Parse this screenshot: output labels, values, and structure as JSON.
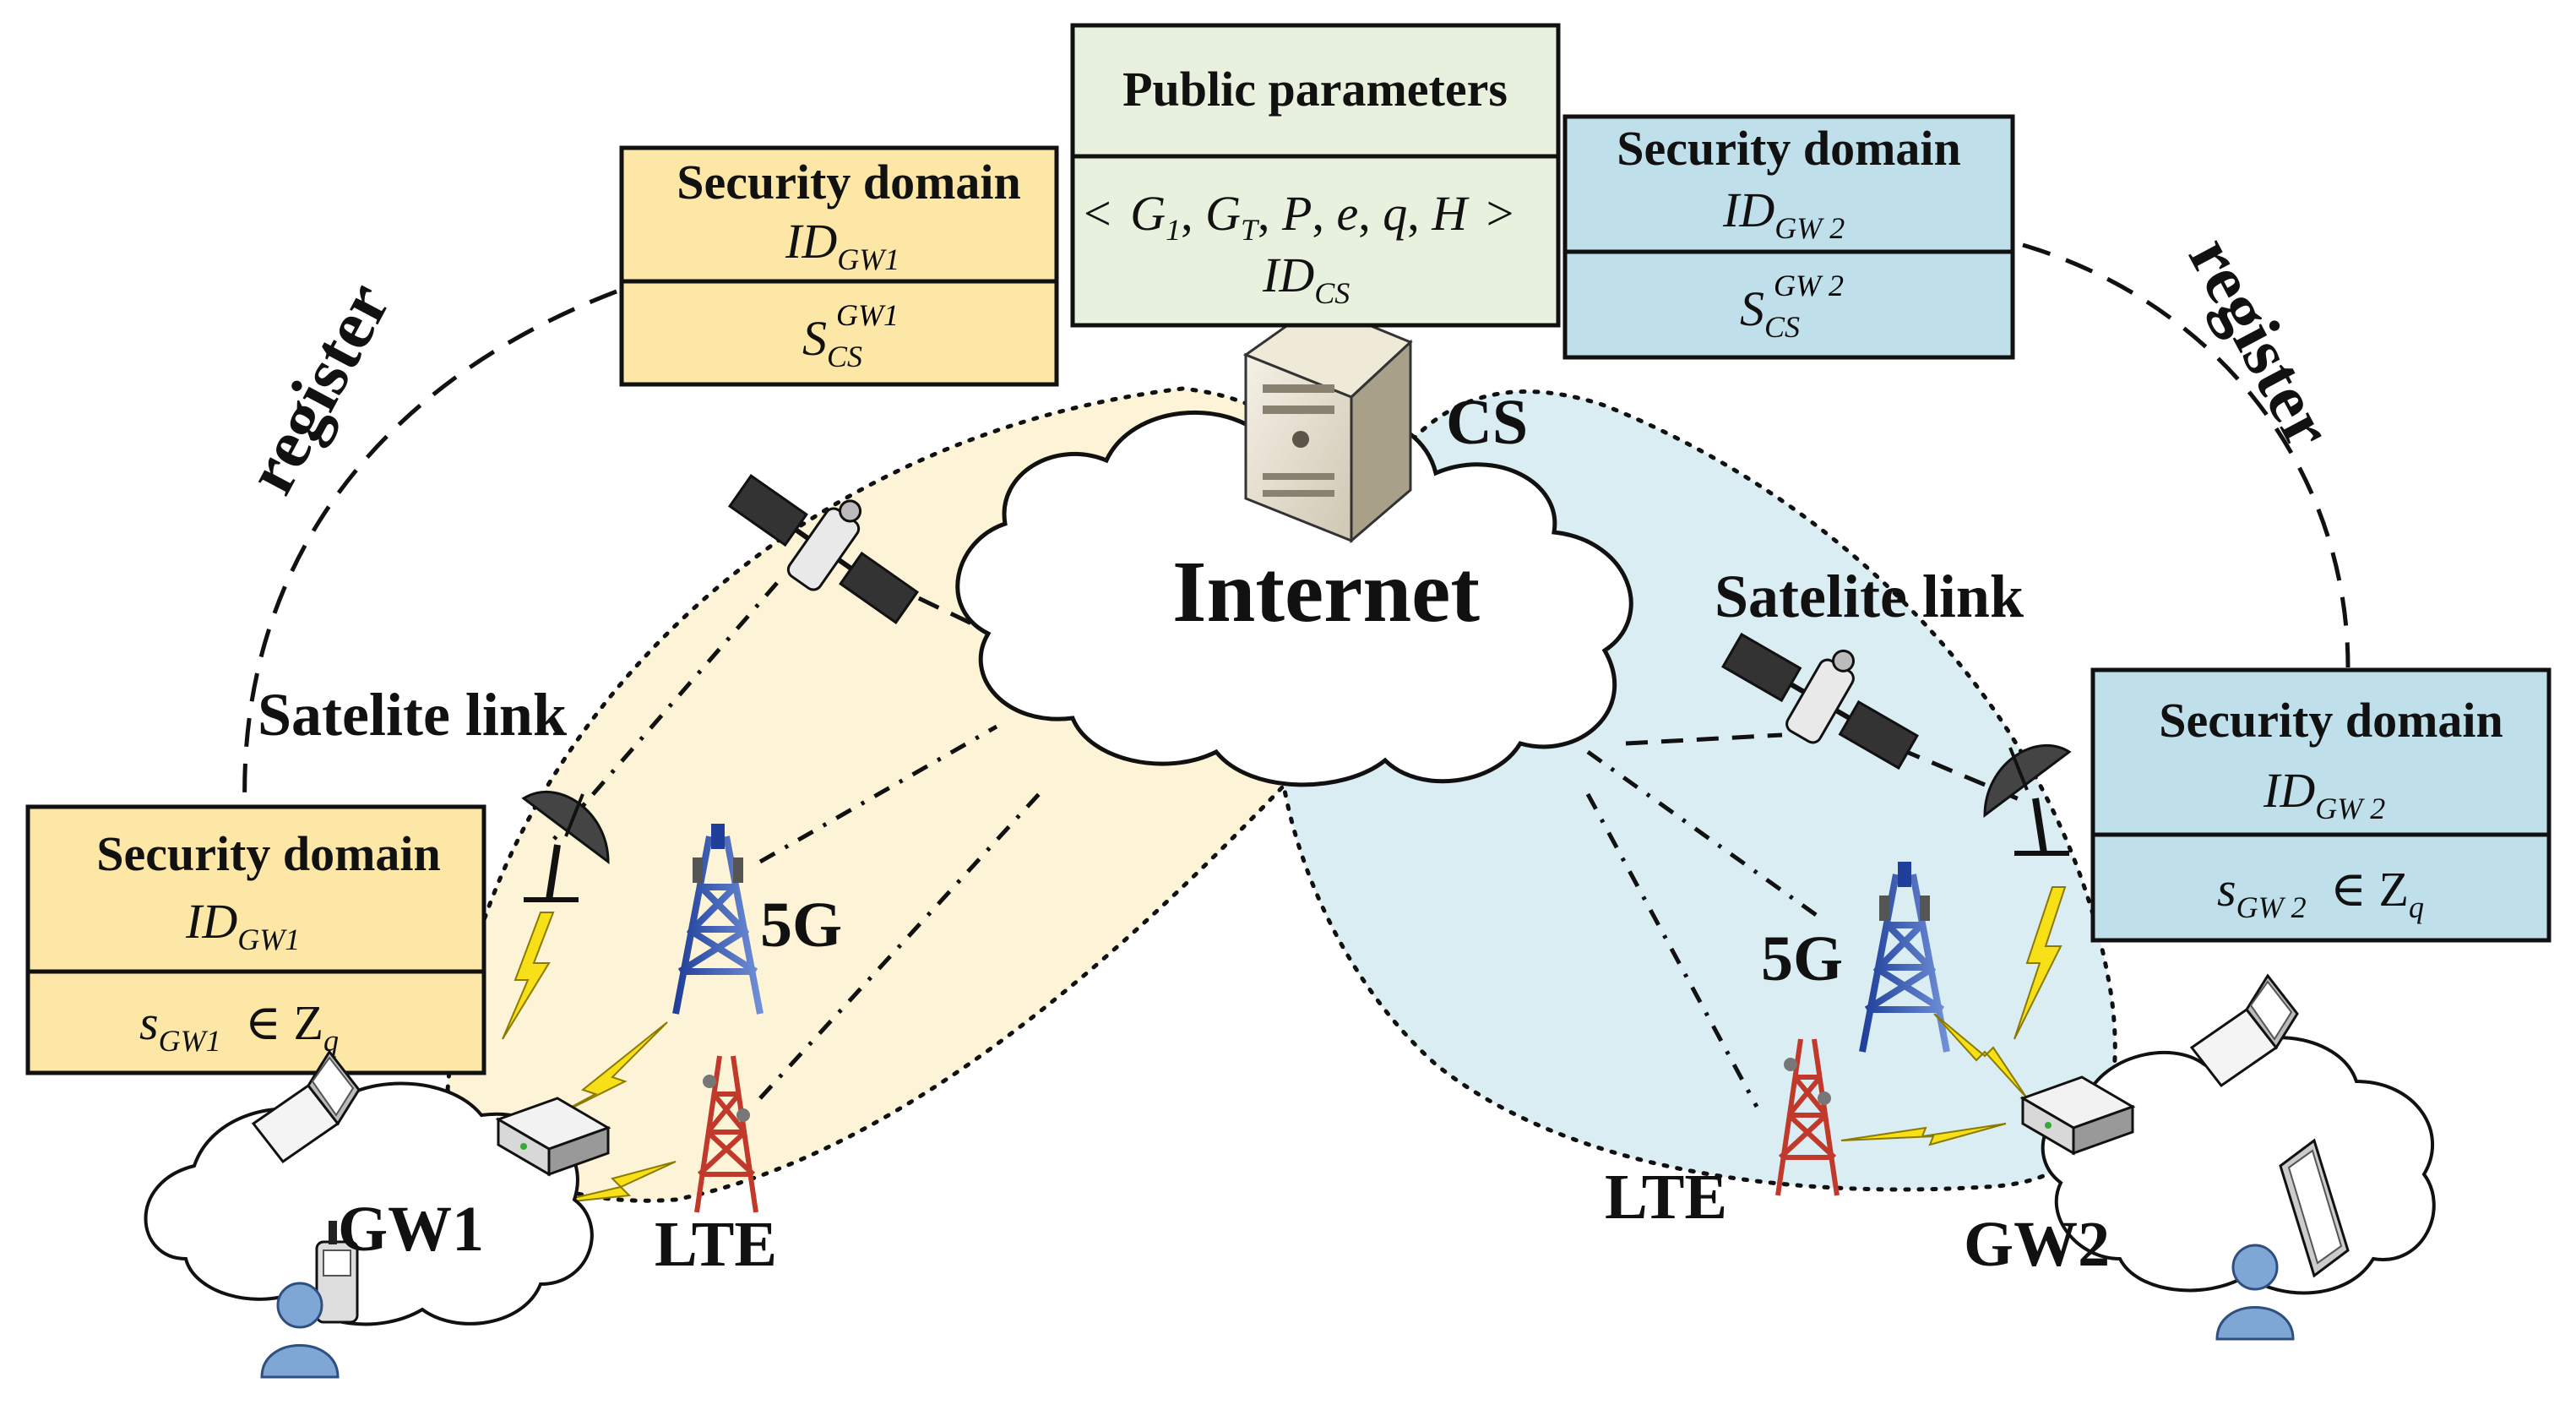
{
  "colors": {
    "yellow_fill": "#fce7a7",
    "yellow_region": "#fdf3d6",
    "blue_fill": "#bfe0ea",
    "blue_region": "#d9edf3",
    "green_fill": "#e8f1de"
  },
  "public_params": {
    "title": "Public parameters",
    "tuple_open": "<",
    "tuple_close": ">",
    "tuple_items": [
      "G",
      "1",
      ",",
      "G",
      "T",
      ",",
      "P",
      ",",
      "e",
      ",",
      "q",
      ",",
      "H"
    ],
    "id_main": "ID",
    "id_sub": "CS"
  },
  "sd_top_left": {
    "title": "Security domain",
    "id_main": "ID",
    "id_sub": "GW1",
    "s_main": "S",
    "s_sub": "CS",
    "s_sup": "GW1"
  },
  "sd_top_right": {
    "title": "Security domain",
    "id_main": "ID",
    "id_sub": "GW 2",
    "s_main": "S",
    "s_sub": "CS",
    "s_sup": "GW 2"
  },
  "sd_left": {
    "title": "Security domain",
    "id_main": "ID",
    "id_sub": "GW1",
    "s_main": "s",
    "s_sub": "GW1",
    "s_rel": "∈ Z",
    "s_rel_sub": "q"
  },
  "sd_right": {
    "title": "Security domain",
    "id_main": "ID",
    "id_sub": "GW 2",
    "s_main": "s",
    "s_sub": "GW 2",
    "s_rel": "∈ Z",
    "s_rel_sub": "q"
  },
  "labels": {
    "register_left": "register",
    "register_right": "register",
    "cs": "CS",
    "internet": "Internet",
    "satellite_left": "Satelite link",
    "satellite_right": "Satelite link",
    "g5_left": "5G",
    "g5_right": "5G",
    "lte_left": "LTE",
    "lte_right": "LTE",
    "gw1": "GW1",
    "gw2": "GW2"
  },
  "icons": [
    "server-icon",
    "cloud-icon",
    "satellite-icon",
    "dish-antenna-icon",
    "cell-tower-icon",
    "router-icon",
    "laptop-icon",
    "user-icon",
    "mobile-phone-icon",
    "tablet-icon",
    "lightning-link-icon"
  ]
}
